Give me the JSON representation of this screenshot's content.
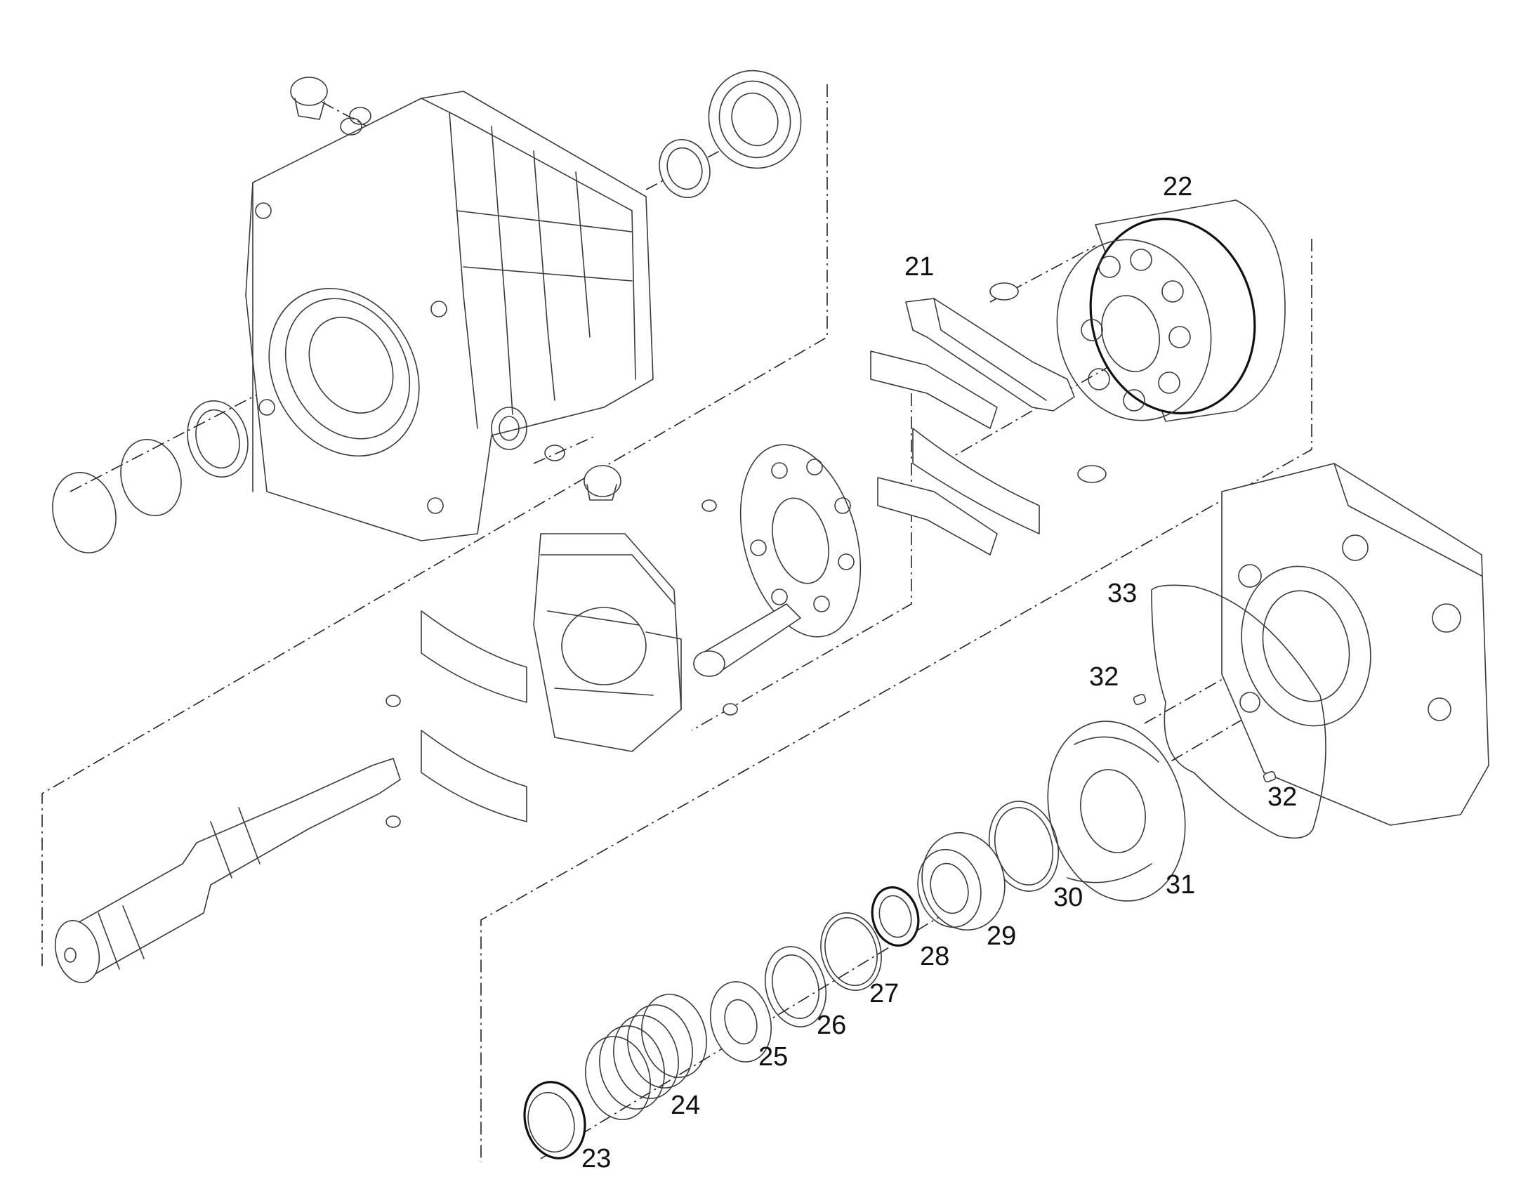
{
  "callouts": [
    {
      "id": "c21",
      "text": "21"
    },
    {
      "id": "c22",
      "text": "22"
    },
    {
      "id": "c23",
      "text": "23"
    },
    {
      "id": "c24",
      "text": "24"
    },
    {
      "id": "c25",
      "text": "25"
    },
    {
      "id": "c26",
      "text": "26"
    },
    {
      "id": "c27",
      "text": "27"
    },
    {
      "id": "c28",
      "text": "28"
    },
    {
      "id": "c29",
      "text": "29"
    },
    {
      "id": "c30",
      "text": "30"
    },
    {
      "id": "c31",
      "text": "31"
    },
    {
      "id": "c32a",
      "text": "32"
    },
    {
      "id": "c32b",
      "text": "32"
    },
    {
      "id": "c33",
      "text": "33"
    }
  ]
}
